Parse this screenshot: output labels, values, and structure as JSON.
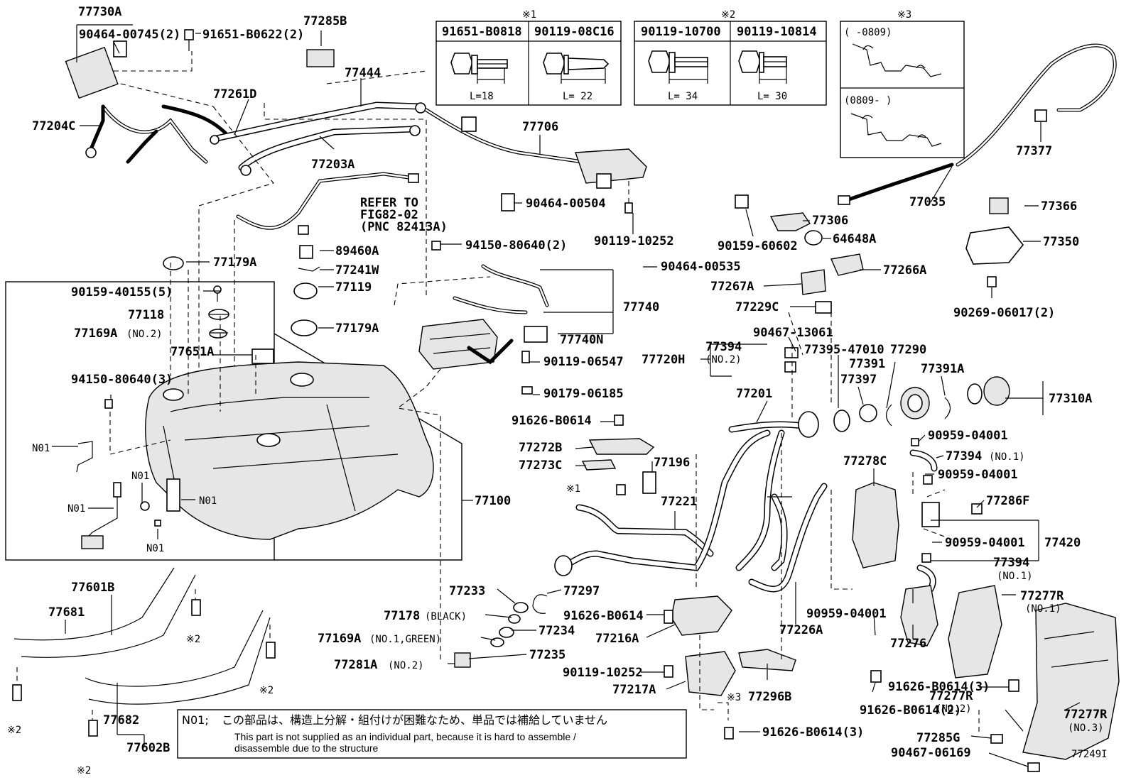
{
  "labels": {
    "l77730A": "77730A",
    "l9046400745": "90464-00745(2)",
    "l91651B0622": "91651-B0622(2)",
    "l77285B": "77285B",
    "l77444": "77444",
    "l77261D": "77261D",
    "l77204C": "77204C",
    "l77203A": "77203A",
    "l77706": "77706",
    "l9046400504": "90464-00504",
    "l9011910252a": "90119-10252",
    "l9415080640_2": "94150-80640(2)",
    "l9046400535": "90464-00535",
    "l77179A_1": "77179A",
    "l9015940155": "90159-40155(5)",
    "l77118": "77118",
    "l77169A_no2": "77169A",
    "l77651A": "77651A",
    "l89460A": "89460A",
    "l77241W": "77241W",
    "l77119": "77119",
    "l77179A_2": "77179A",
    "l77740": "77740",
    "l77740N": "77740N",
    "l9011906547": "90119-06547",
    "l9017906185": "90179-06185",
    "l91626B0614a": "91626-B0614",
    "l77272B": "77272B",
    "l77273C": "77273C",
    "l77196": "77196",
    "l77221": "77221",
    "l9415080640_3": "94150-80640(3)",
    "lN01a": "N01",
    "lN01b": "N01",
    "lN01c": "N01",
    "lN01d": "N01",
    "lN01e": "N01",
    "l77100": "77100",
    "l77601B": "77601B",
    "l77681": "77681",
    "l77682": "77682",
    "l77602B": "77602B",
    "l77233": "77233",
    "l77297": "77297",
    "l77178": "77178",
    "l77169A_no1": "77169A",
    "l77234": "77234",
    "l77235": "77235",
    "l77281A": "77281A",
    "l91626B0614b": "91626-B0614",
    "l77216A": "77216A",
    "l9011910252b": "90119-10252",
    "l77217A": "77217A",
    "l77296B": "77296B",
    "l91626B0614_3a": "91626-B0614(3)",
    "l77035": "77035",
    "l77377": "77377",
    "l77306": "77306",
    "l9015960602": "90159-60602",
    "l64648A": "64648A",
    "l77366": "77366",
    "l77350": "77350",
    "l77266A": "77266A",
    "l77267A": "77267A",
    "l77229C": "77229C",
    "l9026906017": "90269-06017(2)",
    "l9046713061": "90467-13061",
    "l77720H": "77720H",
    "l77394_no2": "77394",
    "l7739547010": "77395-47010",
    "l77290": "77290",
    "l77391": "77391",
    "l77391A": "77391A",
    "l77397": "77397",
    "l77201": "77201",
    "l77310A": "77310A",
    "l9095904001a": "90959-04001",
    "l77394_no1a": "77394",
    "l9095904001b": "90959-04001",
    "l77278C": "77278C",
    "l77286F": "77286F",
    "l9095904001c": "90959-04001",
    "l77420": "77420",
    "l77394_no1b": "77394",
    "l9095904001d": "90959-04001",
    "l77226A": "77226A",
    "l77276": "77276",
    "l77277R_1": "77277R",
    "l91626B0614_3b": "91626-B0614(3)",
    "l91626B0614_2": "91626-B0614(2)",
    "l77277R_2": "77277R",
    "l77277R_3": "77277R",
    "l77285G": "77285G",
    "l9046706169": "90467-06169",
    "lFig": "77249I",
    "lRefer1": "REFER TO",
    "lRefer2": "FIG82-02",
    "lRefer3": "(PNC 82413A)"
  },
  "qualifiers": {
    "no2_a": "(NO.2)",
    "no2_b": "(NO.2)",
    "black": "(BLACK)",
    "no1green": "(NO.1,GREEN)",
    "no2_c": "(NO.2)",
    "no1_a": "(NO.1)",
    "no1_b": "(NO.1)",
    "no1_c": "(NO.1)",
    "no2_d": "(NO.2)",
    "no3": "(NO.3)",
    "bolt_no_0809": "(   -0809)",
    "bolt_0809_on": "(0809-   )"
  },
  "marks": {
    "m1": "※1",
    "m2": "※2",
    "m3": "※3",
    "m1_leader": "※1",
    "m2_a": "※2",
    "m2_b": "※2",
    "m2_c": "※2",
    "m3_leader": "※3"
  },
  "bolt_table": {
    "c1": "91651-B0818",
    "c2": "90119-08C16",
    "c3": "90119-10700",
    "c4": "90119-10814",
    "len1": "L=18",
    "len2": "L= 22",
    "len3": "L= 34",
    "len4": "L= 30"
  },
  "note": {
    "tag": "N01;",
    "jp": "この部品は、構造上分解・組付けが困難なため、単品では補給していません",
    "en1": "This part is not supplied as an individual part, because it is hard to assemble /",
    "en2": "disassemble due to the structure"
  }
}
